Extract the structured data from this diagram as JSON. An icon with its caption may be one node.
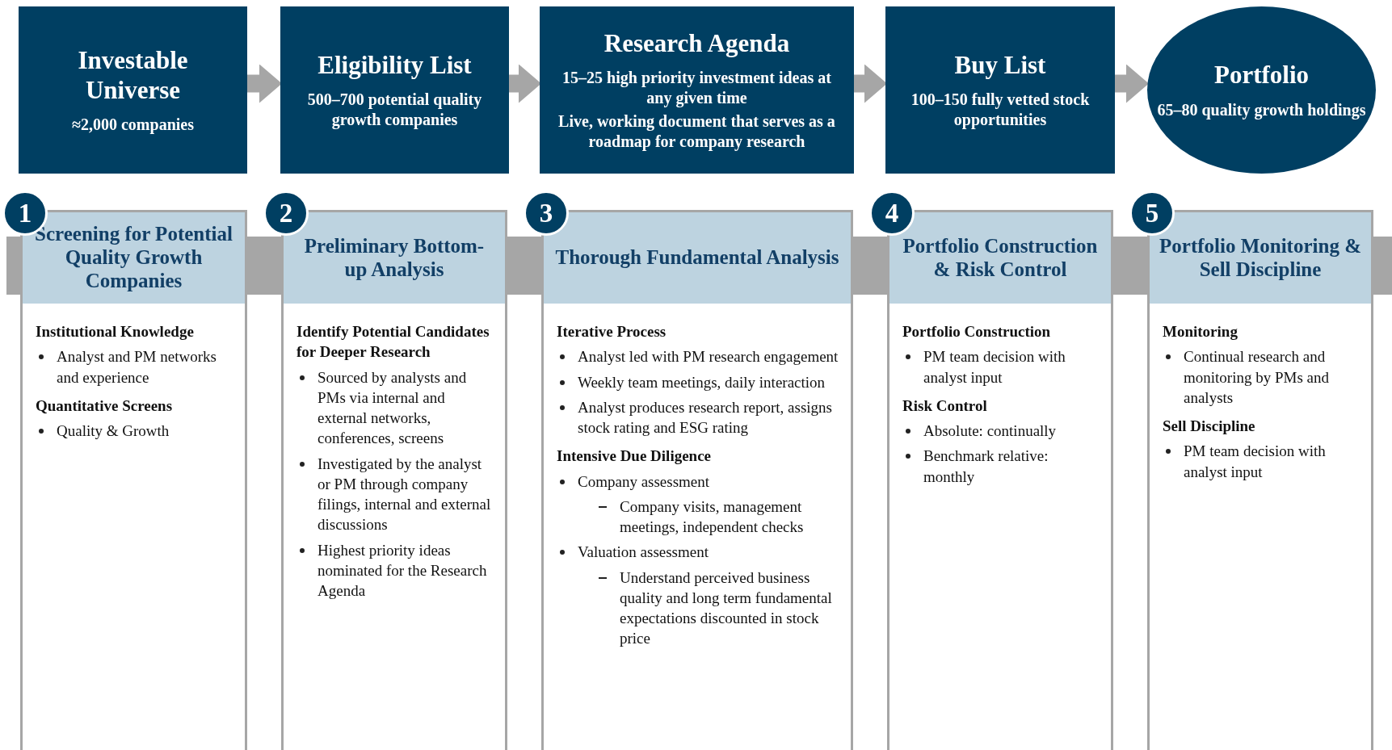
{
  "diagram": {
    "nodes": [
      {
        "text": [
          "Investable Universe",
          "≈2,000 companies"
        ]
      },
      {
        "text": [
          "Eligibility List",
          "500–700 potential quality growth companies"
        ]
      },
      {
        "text": [
          "Research Agenda",
          "15–25 high priority investment ideas at any given time",
          "Live, working document that serves as a roadmap for company research"
        ]
      },
      {
        "text": [
          "Buy List",
          "100–150 fully vetted stock opportunities"
        ]
      },
      {
        "text": [
          "Portfolio",
          "65–80 quality growth holdings"
        ]
      },
      {
        "text": [
          "1"
        ]
      },
      {
        "text": [
          "Screening for Potential Quality Growth Companies",
          "Institutional Knowledge",
          "Analyst and PM networks and experience",
          "Quantitative Screens",
          "Quality & Growth"
        ]
      },
      {
        "text": [
          "2"
        ]
      },
      {
        "text": [
          "Preliminary Bottom-up Analysis",
          "Identify Potential Candidates for Deeper Research",
          "Sourced by analysts and PMs via internal and external networks, conferences, screens",
          "Investigated by the analyst or PM through company filings, internal and external discussions",
          "Highest priority ideas nominated for the Research Agenda"
        ]
      },
      {
        "text": [
          "3"
        ]
      },
      {
        "text": [
          "Thorough Fundamental Analysis",
          "Iterative Process",
          "Analyst led with PM research engagement",
          "Weekly team meetings, daily interaction",
          "Analyst produces research report, assigns stock rating and ESG rating",
          "Intensive Due Diligence",
          "Company assessment",
          "Company visits, management meetings, independent checks",
          "Valuation assessment",
          "Understand perceived business quality and long term fundamental expectations discounted in stock price"
        ]
      },
      {
        "text": [
          "4"
        ]
      },
      {
        "text": [
          "Portfolio Construction & Risk Control",
          "Portfolio Construction",
          "PM team decision with analyst input",
          "Risk Control",
          "Absolute: continually",
          "Benchmark relative: monthly"
        ]
      },
      {
        "text": [
          "5"
        ]
      },
      {
        "text": [
          "Portfolio Monitoring & Sell Discipline",
          "Monitoring",
          "Continual research and monitoring by PMs and analysts",
          "Sell Discipline",
          "PM team decision with analyst input"
        ]
      }
    ],
    "edges": [
      {
        "from": 0,
        "to": 1,
        "arrow": "to"
      },
      {
        "from": 1,
        "to": 2,
        "arrow": "to"
      },
      {
        "from": 2,
        "to": 3,
        "arrow": "to"
      },
      {
        "from": 3,
        "to": 4,
        "arrow": "to"
      }
    ]
  }
}
